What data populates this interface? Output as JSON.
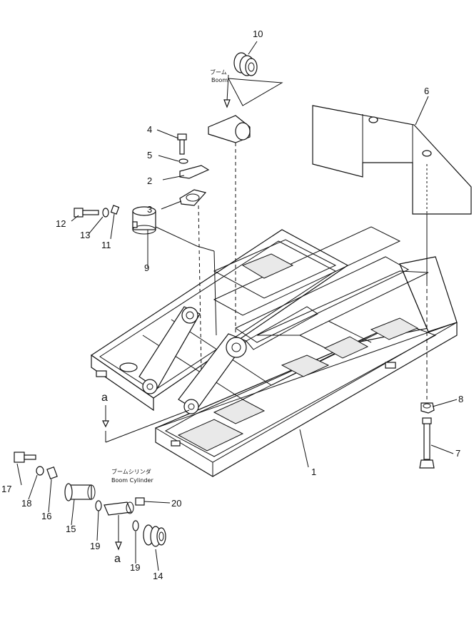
{
  "part_numbers": [
    "1",
    "2",
    "3",
    "4",
    "5",
    "6",
    "7",
    "8",
    "9",
    "10",
    "11",
    "12",
    "13",
    "14",
    "15",
    "16",
    "17",
    "18",
    "19",
    "20"
  ],
  "second_19": "19",
  "annotations": {
    "boom_jp": "ブーム",
    "boom_en": "Boom",
    "boom_cyl_jp": "ブームシリンダ",
    "boom_cyl_en": "Boom Cylinder"
  },
  "view_markers": {
    "top": "a",
    "bottom": "a"
  }
}
